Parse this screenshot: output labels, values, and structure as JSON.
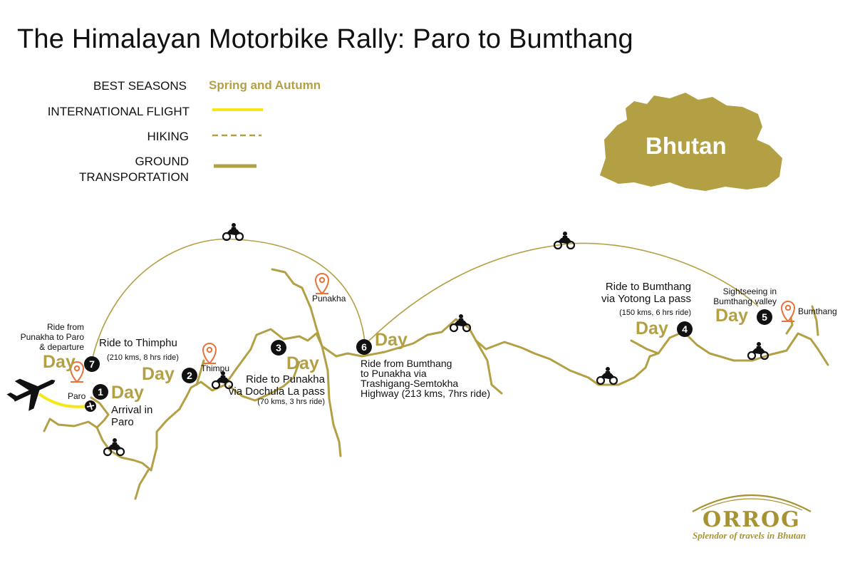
{
  "title": "The Himalayan Motorbike Rally: Paro to Bumthang",
  "legend": {
    "best_seasons_label": "BEST SEASONS",
    "best_seasons_value": "Spring and Autumn",
    "flight": "INTERNATIONAL FLIGHT",
    "hiking": "HIKING",
    "ground_line1": "GROUND",
    "ground_line2": "TRANSPORTATION"
  },
  "country": "Bhutan",
  "colors": {
    "route": "#b3a045",
    "flight": "#f5e81a",
    "pin": "#e8743b",
    "text": "#111111"
  },
  "days": {
    "d1": {
      "num": "1",
      "word": "Day",
      "desc1": "Arrival in",
      "desc2": "Paro"
    },
    "d2": {
      "num": "2",
      "word": "Day",
      "desc1": "Ride to Thimphu",
      "desc2": "(210 kms, 8 hrs ride)"
    },
    "d3": {
      "num": "3",
      "word": "Day",
      "desc1": "Ride  to Punakha",
      "desc2": "via Dochula La pass",
      "desc3": "(70 kms, 3 hrs ride)"
    },
    "d4": {
      "num": "4",
      "word": "Day",
      "desc1": "Ride to Bumthang",
      "desc2": "via Yotong La pass",
      "desc3": "(150 kms, 6 hrs ride)"
    },
    "d5": {
      "num": "5",
      "word": "Day",
      "desc1": "Sightseeing in",
      "desc2": "Bumthang valley"
    },
    "d6": {
      "num": "6",
      "word": "Day",
      "desc1": "Ride from Bumthang",
      "desc2": "to Punakha via",
      "desc3": "Trashigang-Semtokha",
      "desc4": "Highway (213 kms, 7hrs ride)"
    },
    "d7": {
      "num": "7",
      "word": "Day",
      "desc1": "Ride from",
      "desc2": "Punakha to Paro",
      "desc3": "& departure"
    }
  },
  "places": {
    "paro": "Paro",
    "thimpu": "Thimpu",
    "punakha": "Punakha",
    "bumthang": "Bumthang"
  },
  "icons": [
    "airplane-icon",
    "airport-icon",
    "location-pin-icon",
    "motorbike-icon"
  ],
  "logo": {
    "name": "ORROG",
    "tagline": "Splendor of travels in Bhutan"
  }
}
